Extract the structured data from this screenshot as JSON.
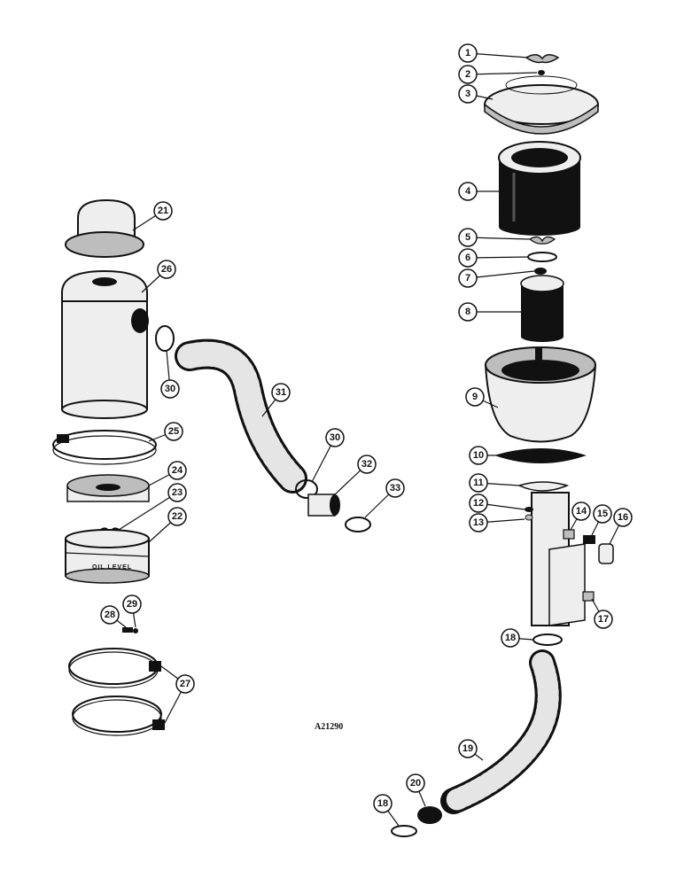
{
  "drawing_id": "A21290",
  "oil_level_label": "OIL LEVEL",
  "callouts": [
    {
      "id": "1",
      "label": "1"
    },
    {
      "id": "2",
      "label": "2"
    },
    {
      "id": "3",
      "label": "3"
    },
    {
      "id": "4",
      "label": "4"
    },
    {
      "id": "5",
      "label": "5"
    },
    {
      "id": "6",
      "label": "6"
    },
    {
      "id": "7",
      "label": "7"
    },
    {
      "id": "8",
      "label": "8"
    },
    {
      "id": "9",
      "label": "9"
    },
    {
      "id": "10",
      "label": "10"
    },
    {
      "id": "11",
      "label": "11"
    },
    {
      "id": "12",
      "label": "12"
    },
    {
      "id": "13",
      "label": "13"
    },
    {
      "id": "14",
      "label": "14"
    },
    {
      "id": "15",
      "label": "15"
    },
    {
      "id": "16",
      "label": "16"
    },
    {
      "id": "17",
      "label": "17"
    },
    {
      "id": "18a",
      "label": "18"
    },
    {
      "id": "19",
      "label": "19"
    },
    {
      "id": "18b",
      "label": "18"
    },
    {
      "id": "20",
      "label": "20"
    },
    {
      "id": "21",
      "label": "21"
    },
    {
      "id": "26",
      "label": "26"
    },
    {
      "id": "30a",
      "label": "30"
    },
    {
      "id": "31",
      "label": "31"
    },
    {
      "id": "25",
      "label": "25"
    },
    {
      "id": "24",
      "label": "24"
    },
    {
      "id": "23",
      "label": "23"
    },
    {
      "id": "22",
      "label": "22"
    },
    {
      "id": "30b",
      "label": "30"
    },
    {
      "id": "32",
      "label": "32"
    },
    {
      "id": "33",
      "label": "33"
    },
    {
      "id": "28",
      "label": "28"
    },
    {
      "id": "29",
      "label": "29"
    },
    {
      "id": "27",
      "label": "27"
    }
  ]
}
